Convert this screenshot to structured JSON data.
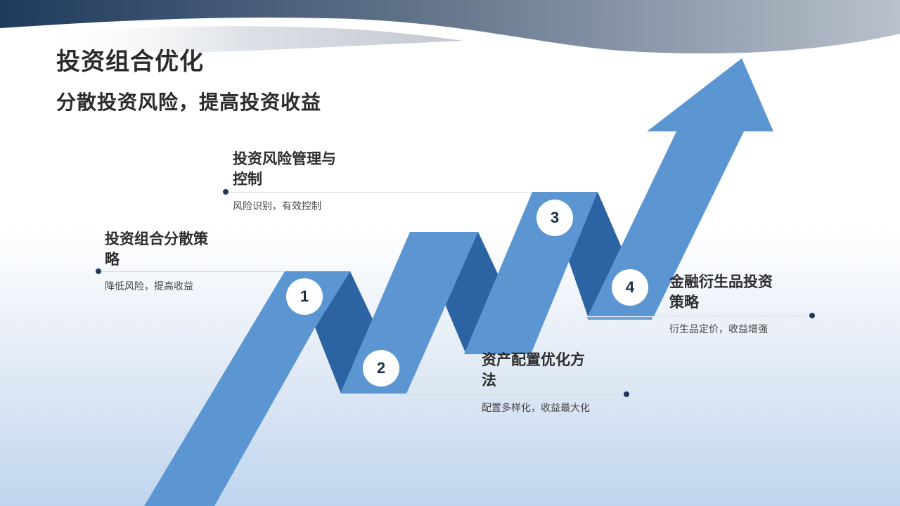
{
  "slide": {
    "title": "投资组合优化",
    "subtitle": "分散投资风险，提高投资收益"
  },
  "colors": {
    "ribbon_light": "#5b96d3",
    "ribbon_dark": "#2c63a3",
    "badge_text": "#1c2d44",
    "dot": "#1f3a5c",
    "banner_start": "#1f3a5c",
    "banner_end": "#b7bfc9"
  },
  "steps": [
    {
      "number": "1",
      "title_line1": "投资组合分散策",
      "title_line2": "略",
      "description": "降低风险，提高收益"
    },
    {
      "number": "2",
      "title_line1": "资产配置优化方",
      "title_line2": "法",
      "description": "配置多样化，收益最大化"
    },
    {
      "number": "3",
      "title_line1": "投资风险管理与",
      "title_line2": "控制",
      "description": "风险识别，有效控制"
    },
    {
      "number": "4",
      "title_line1": "金融衍生品投资",
      "title_line2": "策略",
      "description": "衍生品定价，收益增强"
    }
  ]
}
